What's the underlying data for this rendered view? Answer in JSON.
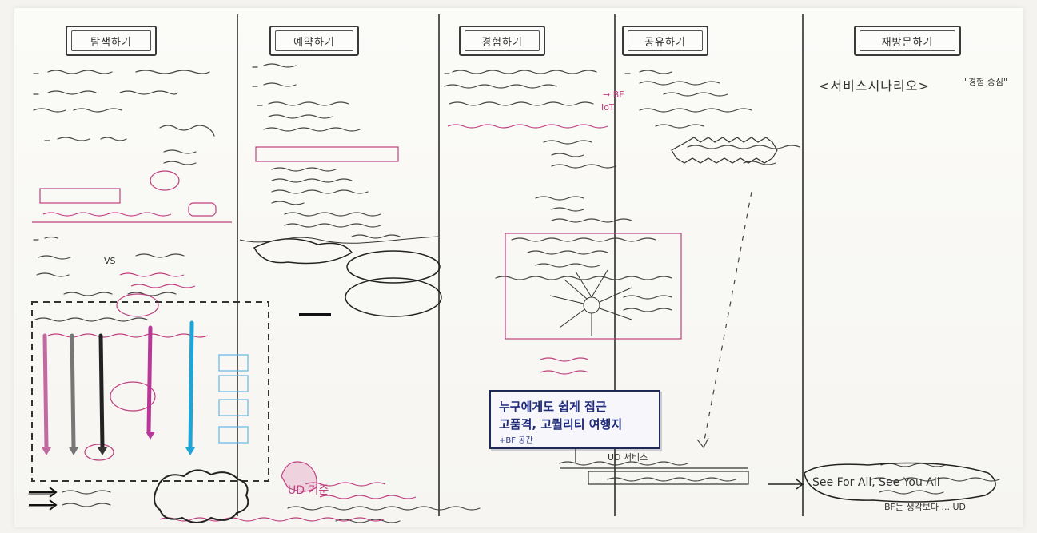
{
  "columns": [
    {
      "header": "탐색하기"
    },
    {
      "header": "예약하기"
    },
    {
      "header": "경험하기"
    },
    {
      "header": "공유하기"
    },
    {
      "header": "재방문하기"
    }
  ],
  "notes": {
    "service_scenario": "<서비스시나리오>",
    "service_scenario_suffix": "\"경험 중심\"",
    "bf_arrow": "→ BF",
    "iot": "IoT",
    "ud_note": "UD 기준",
    "sticky_line1": "누구에게도 쉽게 접근",
    "sticky_line2": "고품격, 고퀄리티 여행지",
    "sticky_line3": "+BF 공간",
    "ud_service": "UD 서비스",
    "see_for_all": "See For All, See You All",
    "bf_closing": "BF는 생각보다 ... UD",
    "vs": "VS"
  },
  "colors": {
    "ink": "#2b2b2b",
    "pink": "#c0407f",
    "magenta": "#b8389a",
    "cyan": "#1ea5d6",
    "navy": "#1e2a7a"
  }
}
